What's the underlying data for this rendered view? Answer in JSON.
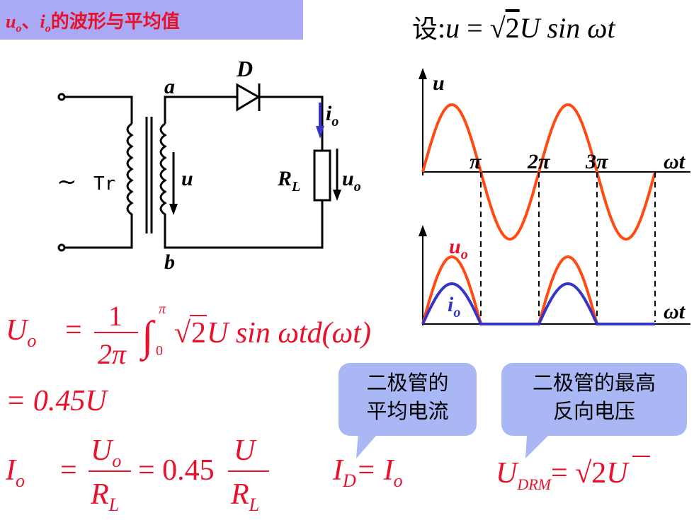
{
  "title": {
    "u_var": "u",
    "u_sub": "o",
    "sep": "、",
    "i_var": "i",
    "i_sub": "o",
    "text": "的波形与平均值"
  },
  "setup_formula": {
    "prefix": "设",
    "colon": ":",
    "lhs": "u",
    "rhs_sqrt": "2",
    "rhs_rest": "U sin ωt"
  },
  "circuit": {
    "source_symbol": "~",
    "transformer_label": "Tr",
    "node_a": "a",
    "node_b": "b",
    "diode_label": "D",
    "current_label": "i",
    "current_sub": "o",
    "input_voltage": "u",
    "load_label": "R",
    "load_sub": "L",
    "output_voltage": "u",
    "output_sub": "o"
  },
  "chart_data": [
    {
      "type": "line",
      "ylabel": "u",
      "xlabel": "ωt",
      "tick_labels": [
        "π",
        "2π",
        "3π"
      ],
      "series": [
        {
          "x": [
            0,
            0.25,
            0.5,
            0.75,
            1,
            1.25,
            1.5,
            1.75,
            2,
            2.25,
            2.5,
            2.75,
            3,
            3.25,
            3.5,
            3.75,
            4
          ],
          "y": [
            0,
            0.71,
            1,
            0.71,
            0,
            -0.71,
            -1,
            -0.71,
            0,
            0.71,
            1,
            0.71,
            0,
            -0.71,
            -1,
            -0.71,
            0
          ],
          "color": "#ff4a12"
        }
      ]
    },
    {
      "type": "line",
      "xlabel": "ωt",
      "series": [
        {
          "name": "u",
          "name_sub": "o",
          "color": "#ff4a12",
          "x": [
            0,
            0.25,
            0.5,
            0.75,
            1,
            1.25,
            1.5,
            1.75,
            2,
            2.25,
            2.5,
            2.75,
            3,
            3.25,
            3.5,
            3.75,
            4
          ],
          "y": [
            0,
            0.71,
            1,
            0.71,
            0,
            0,
            0,
            0,
            0,
            0.71,
            1,
            0.71,
            0,
            0,
            0,
            0,
            0
          ]
        },
        {
          "name": "i",
          "name_sub": "o",
          "color": "#3535c8",
          "x": [
            0,
            0.25,
            0.5,
            0.75,
            1,
            1.25,
            1.5,
            1.75,
            2,
            2.25,
            2.5,
            2.75,
            3,
            3.25,
            3.5,
            3.75,
            4
          ],
          "y": [
            0,
            0.42,
            0.6,
            0.42,
            0,
            0,
            0,
            0,
            0,
            0.42,
            0.6,
            0.42,
            0,
            0,
            0,
            0,
            0
          ]
        }
      ]
    }
  ],
  "formulas": {
    "Uo_lhs": "U",
    "Uo_sub": "o",
    "Uo_eq": "=",
    "frac_num": "1",
    "frac_den": "2π",
    "int_upper": "π",
    "int_lower": "0",
    "integrand_sqrt": "2",
    "integrand_rest": "U sin ωtd(ωt)",
    "Uo_result": "= 0.45U",
    "Io_lhs": "I",
    "Io_sub": "o",
    "Io_eq1": "=",
    "Io_frac1_num": "U",
    "Io_frac1_num_sub": "o",
    "Io_frac1_den": "R",
    "Io_frac1_den_sub": "L",
    "Io_eq2": "= 0.45",
    "Io_frac2_num": "U",
    "Io_frac2_den": "R",
    "Io_frac2_den_sub": "L",
    "ID_lhs": "I",
    "ID_sub": "D",
    "ID_rhs": "= I",
    "ID_rhs_sub": "o",
    "UDRM_lhs": "U",
    "UDRM_sub": "DRM",
    "UDRM_eq": "=",
    "UDRM_sqrt": "2",
    "UDRM_rest": "U"
  },
  "callouts": {
    "diode_current": [
      "二极管的",
      "平均电流"
    ],
    "diode_voltage": [
      "二极管的最高",
      "反向电压"
    ]
  }
}
